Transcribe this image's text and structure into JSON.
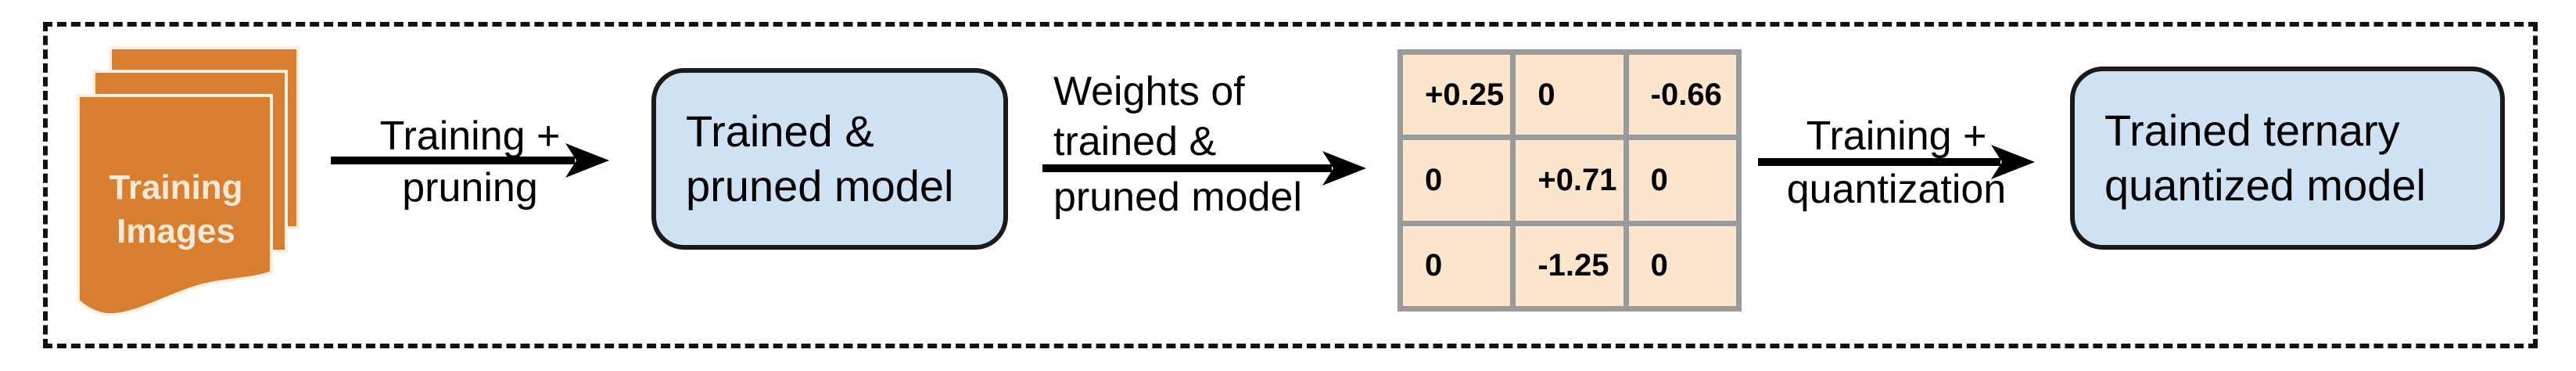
{
  "figure": {
    "type": "flow-diagram",
    "description": "Training pipeline: training images -> trained & pruned model -> weight matrix -> trained ternary quantized model"
  },
  "colors": {
    "frame_border": "#111111",
    "stack_fill": "#D87E30",
    "stack_outline": "#FBF1E0",
    "stack_text": "#F8E9D6",
    "model_box_fill": "#CFE2F3",
    "model_box_border": "#1A1A1A",
    "matrix_cell_fill": "#FCE5CD",
    "matrix_grid": "#9A9A9A",
    "arrow": "#000000"
  },
  "training_images": {
    "line1": "Training",
    "line2": "Images"
  },
  "arrow1": {
    "label_top": "Training +",
    "label_bottom": "pruning"
  },
  "arrow2": {
    "label_top_line1": "Weights of",
    "label_top_line2": "trained &",
    "label_bottom": "pruned model"
  },
  "arrow3": {
    "label_top": "Training +",
    "label_bottom": "quantization"
  },
  "box_pruned": {
    "line1": "Trained &",
    "line2": "pruned model"
  },
  "box_ternary": {
    "line1": "Trained ternary",
    "line2": "quantized model"
  },
  "matrix": {
    "rows": [
      [
        "+0.25",
        "0",
        "-0.66"
      ],
      [
        "0",
        "+0.71",
        "0"
      ],
      [
        "0",
        "-1.25",
        "0"
      ]
    ]
  }
}
